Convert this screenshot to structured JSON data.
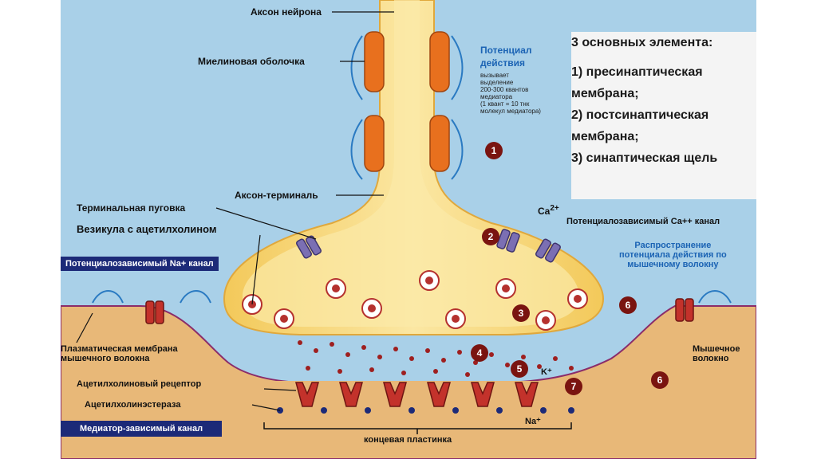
{
  "labels": {
    "axon": "Аксон нейрона",
    "myelin": "Миелиновая оболочка",
    "action_potential_title_1": "Потенциал",
    "action_potential_title_2": "действия",
    "action_potential_note": [
      "вызывает",
      "выделение",
      "200-300 квантов",
      "медиатора",
      "(1 квант = 10 тнк",
      "молекул медиатора)"
    ],
    "axon_terminal": "Аксон-терминаль",
    "terminal_bouton": "Терминальная пуговка",
    "vesicle": "Везикула с ацетилхолином",
    "ca_ion": "Ca",
    "ca_charge": "2+",
    "ca_channel": "Потенциалозависимый Ca++ канал",
    "na_channel": "Потенциалозависимый Na+ канал",
    "propagation": [
      "Распространение",
      "потенциала действия по",
      "мышечному волокну"
    ],
    "plasma_membrane": [
      "Плазматическая мембрана",
      "мышечного волокна"
    ],
    "muscle_fiber": [
      "Мышечное",
      "волокно"
    ],
    "ach_receptor": "Ацетилхолиновый рецептор",
    "ache": "Ацетилхолинэстераза",
    "ligand_channel": "Медиатор-зависимый канал",
    "end_plate": "концевая пластинка",
    "k_ion": "K⁺",
    "na_ion": "Na⁺"
  },
  "info_box": {
    "title": "3 основных элемента:",
    "lines": [
      "1) пресинаптическая",
      "мембрана;",
      "2) постсинаптическая",
      "мембрана;",
      "3) синаптическая щель"
    ]
  },
  "steps": [
    "1",
    "2",
    "3",
    "4",
    "5",
    "6",
    "6",
    "7"
  ],
  "colors": {
    "background_blue": "#a9d0e8",
    "neuron_yellow": "#f7dc8a",
    "muscle_tan": "#e8b878",
    "myelin_orange": "#e8701e",
    "vesicle_red": "#b5312e",
    "receptor_red": "#c3322b",
    "channel_purple": "#7b6fb3",
    "navy": "#1c2a78"
  }
}
